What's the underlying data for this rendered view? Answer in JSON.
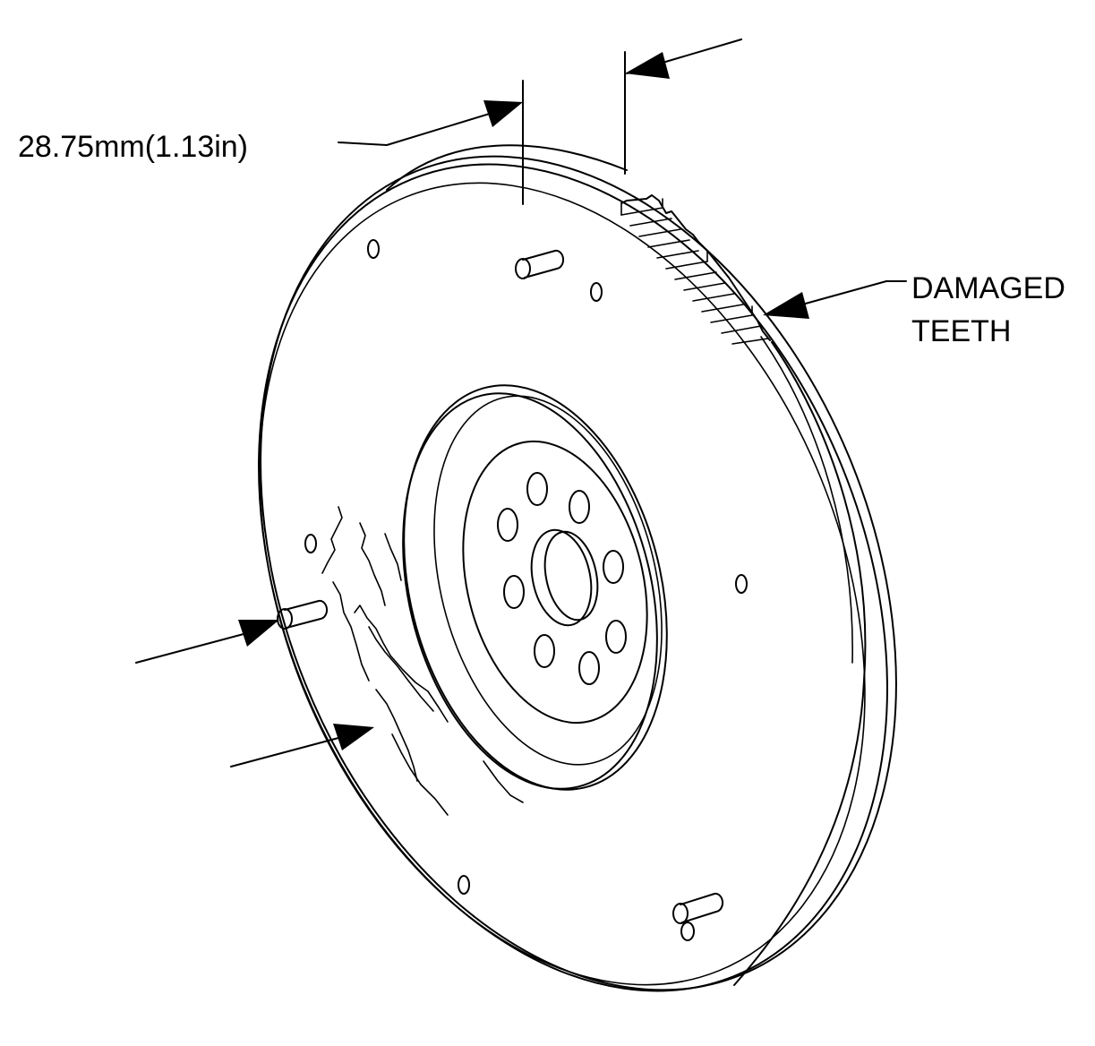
{
  "dimension_label": "28.75mm(1.13in)",
  "callout": {
    "line1": "DAMAGED",
    "line2": "TEETH"
  },
  "colors": {
    "line": "#000000",
    "background": "#ffffff"
  }
}
